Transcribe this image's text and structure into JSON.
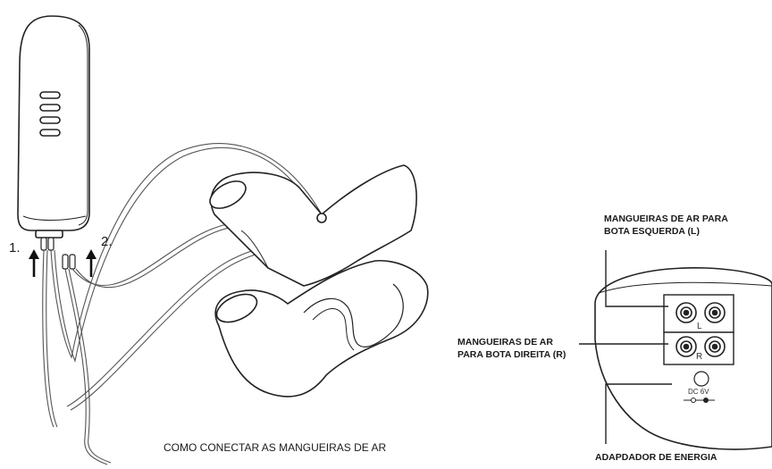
{
  "steps": {
    "one": "1.",
    "two": "2."
  },
  "labels": {
    "left_hoses_line1": "MANGUEIRAS DE AR PARA",
    "left_hoses_line2": "BOTA ESQUERDA (L)",
    "right_hoses_line1": "MANGUEIRAS DE AR",
    "right_hoses_line2": "PARA BOTA DIREITA (R)",
    "power_adapter": "ADAPDADOR DE ENERGIA"
  },
  "panel": {
    "left_mark": "L",
    "right_mark": "R",
    "dc_label": "DC 6V"
  },
  "caption": "COMO CONECTAR AS MANGUEIRAS DE AR",
  "colors": {
    "line": "#222222",
    "hose": "#555555",
    "background": "#ffffff"
  }
}
